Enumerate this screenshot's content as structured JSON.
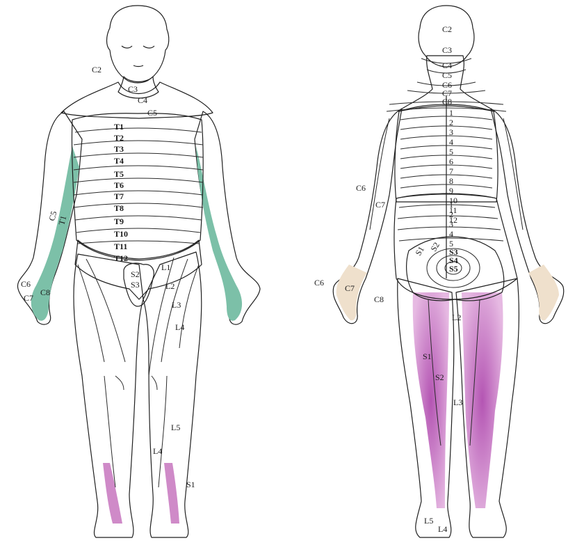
{
  "colors": {
    "cervical": "#e8b45c",
    "cervical_light": "#efd9b9",
    "thoracic": "#5fae9a",
    "thoracic_light": "#b9dccd",
    "lumbar": "#4a84d2",
    "lumbar_light": "#9bbfe8",
    "sacral": "#c46cc0",
    "sacral_light": "#e3b3dd",
    "head": "#ffffff",
    "outline": "#1f1f1f"
  },
  "front": {
    "labels": {
      "c2": "C2",
      "c3": "C3",
      "c4": "C4",
      "c5": "C5",
      "t1": "T1",
      "t2": "T2",
      "t3": "T3",
      "t4": "T4",
      "t5": "T5",
      "t6": "T6",
      "t7": "T7",
      "t8": "T8",
      "t9": "T9",
      "t10": "T10",
      "t11": "T11",
      "t12": "T12",
      "s2": "S2",
      "s3": "S3",
      "l1": "L1",
      "l2": "L2",
      "l3": "L3",
      "l4": "L4",
      "l5": "L5",
      "l4b": "L4",
      "s1": "S1",
      "c5_arm": "C5",
      "t1_arm": "T1",
      "c6": "C6",
      "c7": "C7",
      "c8": "C8"
    }
  },
  "back": {
    "labels": {
      "c2": "C2",
      "c3": "C3",
      "c4": "C4",
      "c5": "C5",
      "c6": "C6",
      "c7": "C7",
      "c8": "C8",
      "t_spine": [
        "1",
        "2",
        "3",
        "4",
        "5",
        "6",
        "7",
        "8",
        "9",
        "10",
        "11",
        "12"
      ],
      "l_spine": [
        "1",
        "2",
        "3",
        "4",
        "5"
      ],
      "c6_arm": "C6",
      "c7_arm": "C7",
      "c6_hand": "C6",
      "c7_hand": "C7",
      "c8_hand": "C8",
      "s1_top": "S1",
      "s2_top": "S2",
      "s3": "S3",
      "s4": "S4",
      "s5": "S5",
      "l2": "L2",
      "s1": "S1",
      "s2": "S2",
      "l3": "L3",
      "l5": "L5",
      "l4": "L4"
    }
  }
}
